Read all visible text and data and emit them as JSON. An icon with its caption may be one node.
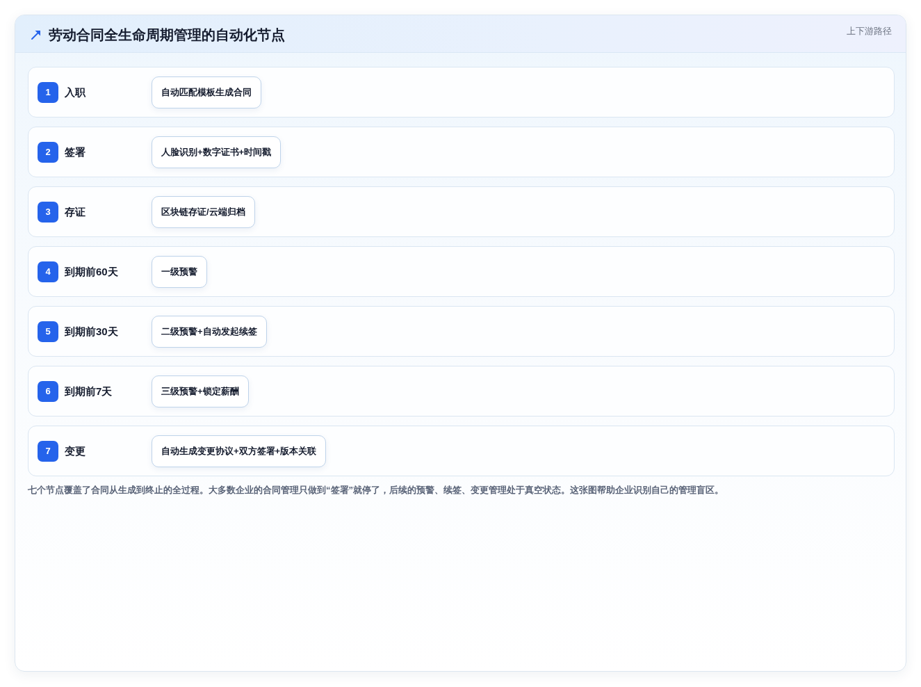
{
  "diagram": {
    "title": "劳动合同全生命周期管理的自动化节点",
    "nodes": [
      {
        "text": [
          "入职"
        ]
      },
      {
        "text": [
          "1"
        ],
        "in": 0
      },
      {
        "text": [
          "自动匹配模板生成合同"
        ],
        "in": 0
      },
      {
        "text": [
          "签署"
        ]
      },
      {
        "text": [
          "2"
        ],
        "in": 3
      },
      {
        "text": [
          "人脸识别+数字证书+时间戳"
        ],
        "in": 3
      },
      {
        "text": [
          "存证"
        ]
      },
      {
        "text": [
          "3"
        ],
        "in": 6
      },
      {
        "text": [
          "区块链存证/云端归档"
        ],
        "in": 6
      },
      {
        "text": [
          "到期前60天"
        ]
      },
      {
        "text": [
          "4"
        ],
        "in": 9
      },
      {
        "text": [
          "一级预警"
        ],
        "in": 9
      },
      {
        "text": [
          "到期前30天"
        ]
      },
      {
        "text": [
          "5"
        ],
        "in": 12
      },
      {
        "text": [
          "二级预警+自动发起续签"
        ],
        "in": 12
      },
      {
        "text": [
          "到期前7天"
        ]
      },
      {
        "text": [
          "6"
        ],
        "in": 15
      },
      {
        "text": [
          "三级预警+锁定薪酬"
        ],
        "in": 15
      },
      {
        "text": [
          "变更"
        ]
      },
      {
        "text": [
          "7"
        ],
        "in": 18
      },
      {
        "text": [
          "自动生成变更协议+双方签署+版本关联"
        ],
        "in": 18
      }
    ],
    "labels": [
      "上下游路径"
    ],
    "caption": "七个节点覆盖了合同从生成到终止的全过程。大多数企业的合同管理只做到“签署”就停了，后续的预警、续签、变更管理处于真空状态。这张图帮助企业识别自己的管理盲区。"
  }
}
